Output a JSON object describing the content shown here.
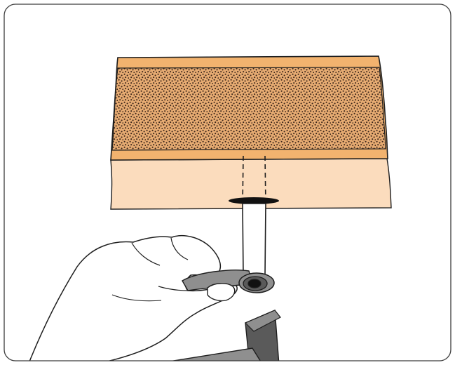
{
  "figure": {
    "frame_style": "rounded-rectangle-border",
    "content": "medical-illustration",
    "elements": {
      "bone_layer": "dotted-cancellous-bone-with-cortical-borders",
      "soft_tissue_layer": "skin-and-subcutaneous-tissue",
      "instrument": "cannulated-drill-guide-with-t-handle",
      "hand": "gloved-hand-gripping-handle",
      "lower_tool": "angled-instrument-handle"
    }
  },
  "colors": {
    "frame_stroke": "#3c3c3c",
    "cortical_orange": "#f2b36f",
    "cancellous_fill": "#e6ab72",
    "bone_dots": "#3a2418",
    "soft_tissue": "#fbdcbd",
    "outline": "#1e1e1e",
    "instrument_fill": "#ffffff",
    "hand_fill": "#ffffff",
    "handle_grey": "#8f8f8f",
    "handle_dark": "#5a5a5a",
    "hole_black": "#111111"
  }
}
